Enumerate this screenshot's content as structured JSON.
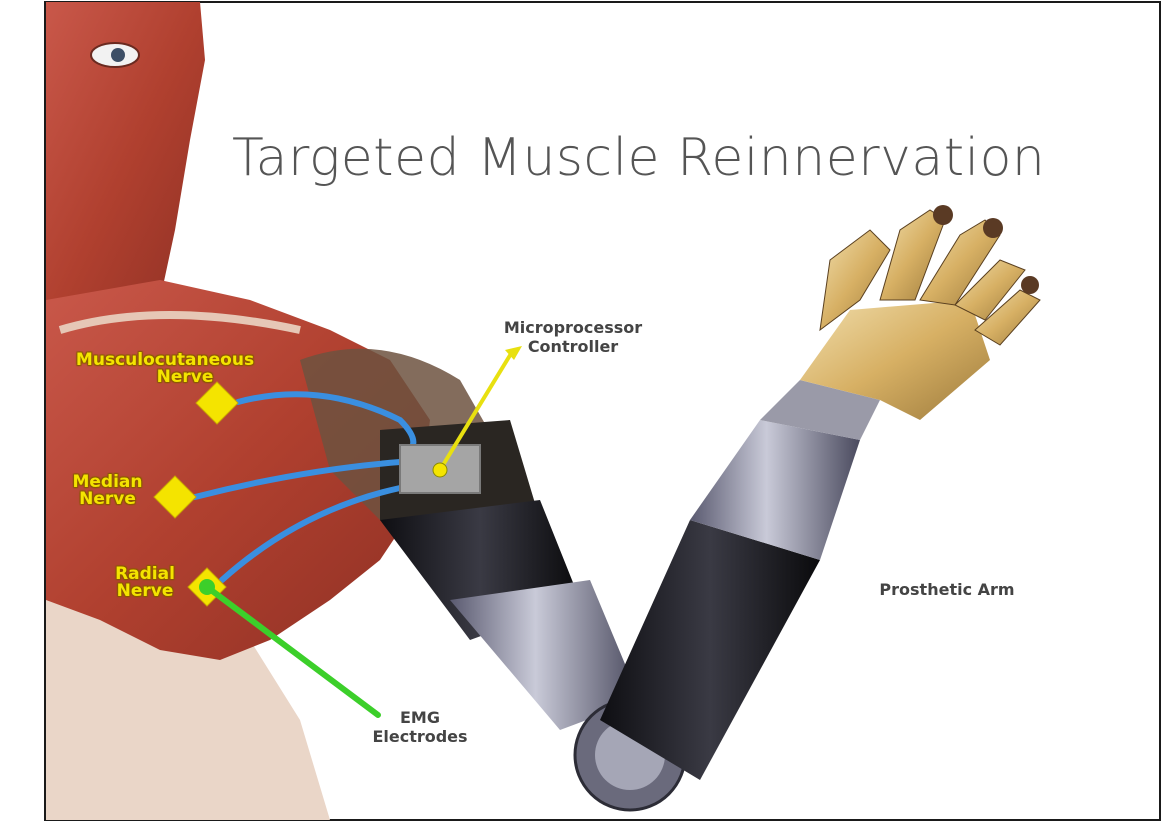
{
  "title": "Targeted Muscle Reinnervation",
  "labels": {
    "musculocutaneous_line1": "Musculocutaneous",
    "musculocutaneous_line2": "Nerve",
    "median_line1": "Median",
    "median_line2": "Nerve",
    "radial_line1": "Radial",
    "radial_line2": "Nerve",
    "microprocessor_line1": "Microprocessor",
    "microprocessor_line2": "Controller",
    "emg_line1": "EMG",
    "emg_line2": "Electrodes",
    "prosthetic_arm": "Prosthetic Arm"
  },
  "colors": {
    "nerve_marker": "#f4e400",
    "nerve_wire": "#3a8fe0",
    "emg_lead": "#3ccf2a",
    "controller_lead": "#e8e010",
    "muscle": "#b8473a",
    "skin": "#e9d2c4"
  }
}
